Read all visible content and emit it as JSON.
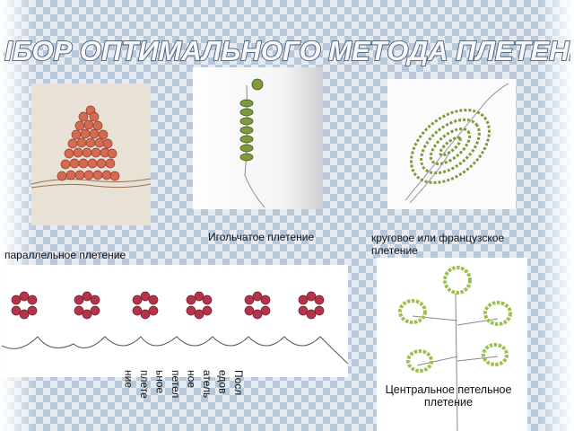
{
  "slide": {
    "title": "ВЫБОР ОПТИМАЛЬНОГО МЕТОДА ПЛЕТЕНИЯ",
    "captions": {
      "needle": "Игольчатое плетение",
      "circular": "круговое или французское плетение",
      "parallel": "параллельное плетение",
      "sequential": "Последовательное петельное плетение",
      "central": "Центральное петельное плетение"
    }
  },
  "colors": {
    "title_fill": "#f6f8fb",
    "title_outline": "#4a5a72",
    "bead_red": "#d46a52",
    "bead_crimson": "#b5344a",
    "bead_green": "#7d9a3c",
    "bead_light_green": "#9cc04e"
  }
}
